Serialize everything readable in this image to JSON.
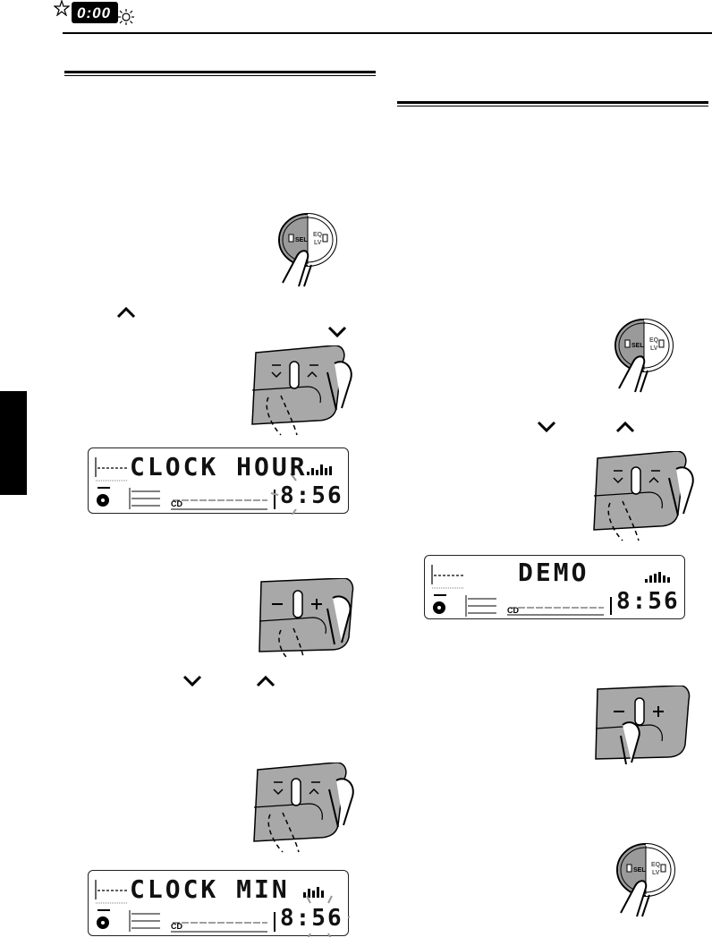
{
  "header": {
    "clock_badge": "0:00",
    "icons": [
      "star-outline-icon",
      "sun-icon"
    ]
  },
  "buttons": {
    "sel_label": "SEL",
    "eq_label": "EQ",
    "lv_label": "LV"
  },
  "displays": {
    "clock_hour": {
      "text": "CLOCK HOUR",
      "time": "8:56",
      "source": "CD"
    },
    "demo": {
      "text": "DEMO",
      "time": "8:56",
      "source": "CD"
    },
    "clock_min": {
      "text": "CLOCK MIN",
      "time": "8:56",
      "source": "CD"
    }
  },
  "icons": {
    "up": "chevron-up-icon",
    "down": "chevron-down-icon"
  }
}
